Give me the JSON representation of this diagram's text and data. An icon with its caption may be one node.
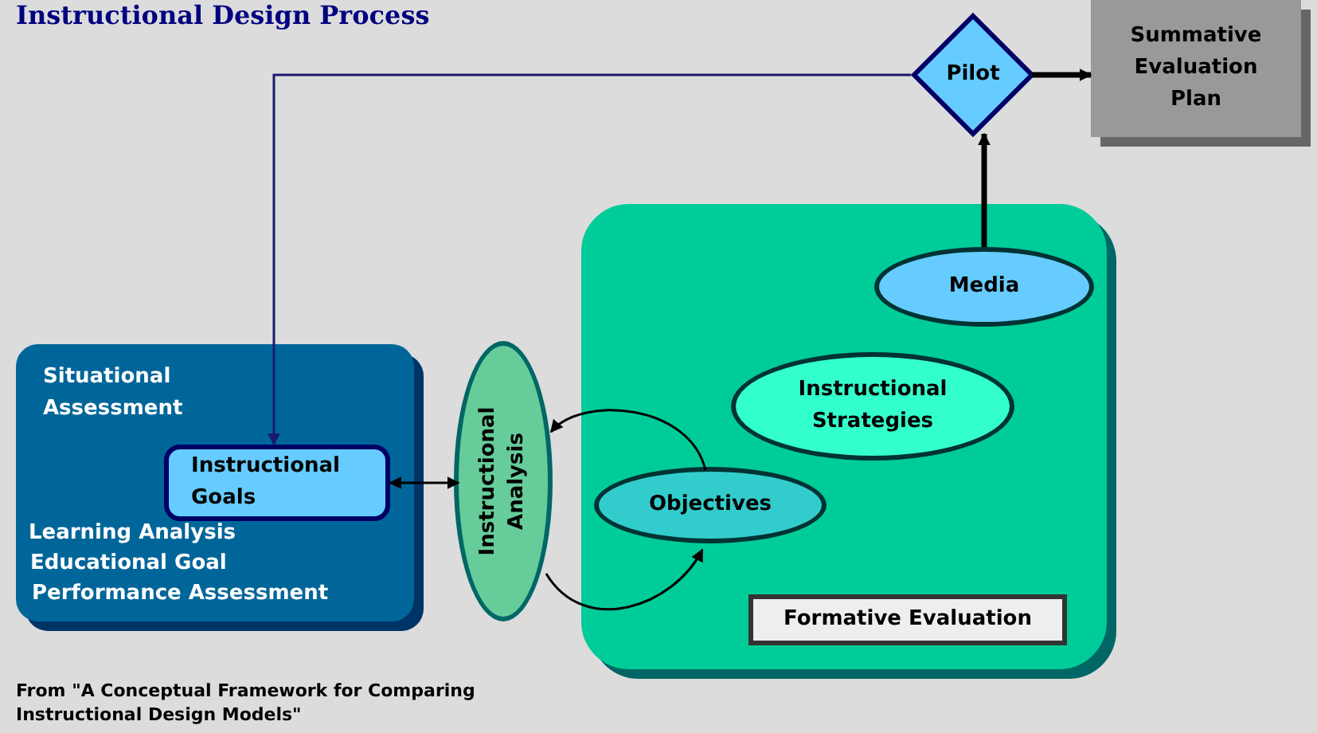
{
  "diagram": {
    "title": "Instructional Design Process",
    "caption": "From \"A Conceptual Framework for Comparing Instructional Design Models\"",
    "nodes": [
      {
        "text": [
          "Pilot"
        ]
      },
      {
        "text": [
          "Summative Evaluation Plan"
        ]
      },
      {
        "text": [
          "Situational Assessment",
          "Learning Analysis",
          "Educational Goal",
          "Performance Assessment"
        ]
      },
      {
        "text": [
          "Instructional Goals"
        ],
        "in": 2
      },
      {
        "text": [
          "Instructional Analysis"
        ]
      },
      {
        "text": [
          "Formative Evaluation"
        ]
      },
      {
        "text": [
          "Media"
        ],
        "in": 5
      },
      {
        "text": [
          "Instructional Strategies"
        ],
        "in": 5
      },
      {
        "text": [
          "Objectives"
        ],
        "in": 5
      }
    ],
    "edges": [
      {
        "from": 0,
        "to": 3,
        "arrow": "to",
        "color": "#1a1a6e"
      },
      {
        "from": 0,
        "to": 1,
        "arrow": "to",
        "style": "thick"
      },
      {
        "from": 6,
        "to": 0,
        "arrow": "to",
        "style": "thick"
      },
      {
        "from": 3,
        "to": 4,
        "arrow": "both"
      },
      {
        "from": 8,
        "to": 4,
        "arrow": "to"
      },
      {
        "from": 4,
        "to": 8,
        "arrow": "to"
      }
    ]
  }
}
